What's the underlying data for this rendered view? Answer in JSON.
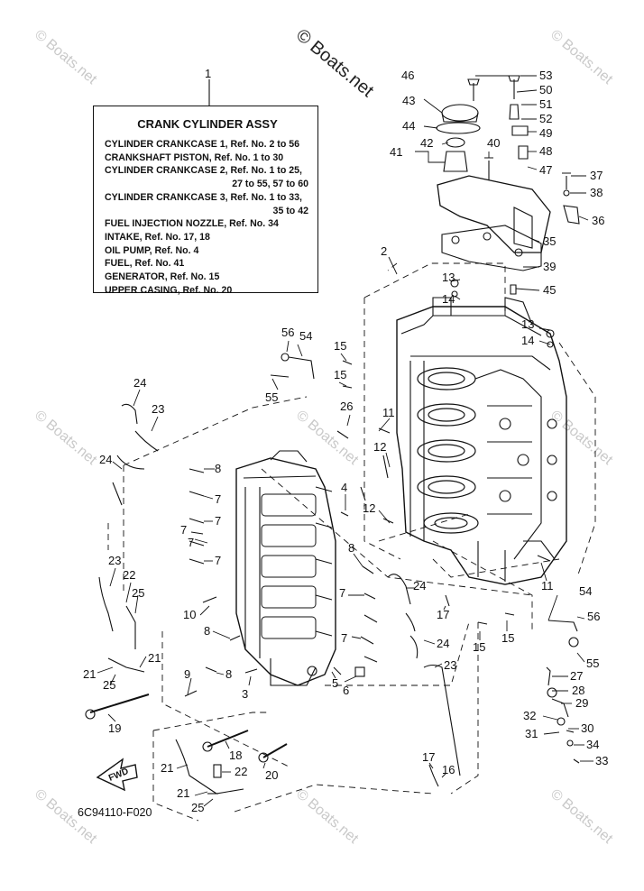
{
  "watermark_main": "© Boats.net",
  "watermark_small": "© Boats.net",
  "legend": {
    "callout": "1",
    "title": "CRANK CYLINDER ASSY",
    "lines": [
      "CYLINDER CRANKCASE 1,  Ref. No. 2 to 56",
      "CRANKSHAFT PISTON,  Ref. No. 1 to 30",
      "CYLINDER CRANKCASE 2,  Ref. No. 1 to 25,",
      "27 to 55, 57 to 60",
      "CYLINDER CRANKCASE 3,  Ref. No. 1 to 33,",
      "35 to 42",
      "FUEL INJECTION NOZZLE,  Ref. No. 34",
      "INTAKE,  Ref. No. 17, 18",
      "OIL PUMP,  Ref. No. 4",
      "FUEL,  Ref. No. 41",
      "GENERATOR,  Ref. No. 15",
      "UPPER CASING,  Ref. No. 20"
    ]
  },
  "fwd_label": "FWD",
  "diagram_code": "6C94110-F020",
  "callouts": {
    "c46": "46",
    "c53": "53",
    "c50": "50",
    "c43": "43",
    "c51": "51",
    "c52": "52",
    "c44": "44",
    "c49": "49",
    "c42": "42",
    "c40": "40",
    "c48": "48",
    "c41": "41",
    "c47": "47",
    "c37": "37",
    "c38": "38",
    "c36": "36",
    "c35": "35",
    "c2": "2",
    "c39": "39",
    "c13a": "13",
    "c45": "45",
    "c14a": "14",
    "c13b": "13",
    "c14b": "14",
    "c56a": "56",
    "c54a": "54",
    "c15a": "15",
    "c15b": "15",
    "c55a": "55",
    "c24a": "24",
    "c23a": "23",
    "c26": "26",
    "c11a": "11",
    "c12a": "12",
    "c8a": "8",
    "c24b": "24",
    "c7a": "7",
    "c4": "4",
    "c7b": "7",
    "c12b": "12",
    "c7c": "7",
    "c7d": "7",
    "c7e": "7",
    "c8b": "8",
    "c23b": "23",
    "c22a": "22",
    "c11b": "11",
    "c7f": "7",
    "c24c": "24",
    "c54b": "54",
    "c25a": "25",
    "c10": "10",
    "c17a": "17",
    "c56b": "56",
    "c8c": "8",
    "c7g": "7",
    "c24d": "24",
    "c15c": "15",
    "c15d": "15",
    "c21a": "21",
    "c55b": "55",
    "c21b": "21",
    "c25b": "25",
    "c8d": "8",
    "c23c": "23",
    "c27": "27",
    "c9": "9",
    "c5": "5",
    "c6": "6",
    "c28": "28",
    "c3": "3",
    "c29": "29",
    "c19": "19",
    "c32": "32",
    "c30": "30",
    "c31": "31",
    "c18": "18",
    "c34": "34",
    "c33": "33",
    "c17b": "17",
    "c21c": "21",
    "c22b": "22",
    "c20": "20",
    "c16": "16",
    "c21d": "21",
    "c25c": "25"
  }
}
